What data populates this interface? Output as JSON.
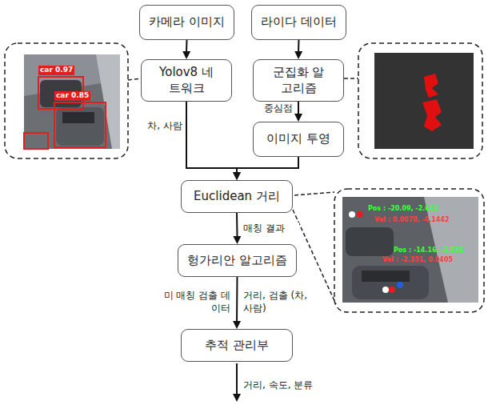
{
  "diagram": {
    "nodes": [
      {
        "text": [
          "카메라 이미지"
        ]
      },
      {
        "text": [
          "라이다 데이터"
        ]
      },
      {
        "text": [
          "Yolov8 네트워크"
        ]
      },
      {
        "text": [
          "군집화 알고리즘"
        ]
      },
      {
        "text": [
          "이미지 투영"
        ]
      },
      {
        "text": [
          "Euclidean 거리"
        ]
      },
      {
        "text": [
          "헝가리안 알고리즘"
        ]
      },
      {
        "text": [
          "추적 관리부"
        ]
      }
    ],
    "edges": [
      {
        "from": 0,
        "to": 2,
        "arrow": "to"
      },
      {
        "from": 1,
        "to": 3,
        "arrow": "to"
      },
      {
        "from": 3,
        "to": 4,
        "label": "중심점",
        "arrow": "to"
      },
      {
        "from": 2,
        "to": 5,
        "label": "차, 사람",
        "arrow": "to"
      },
      {
        "from": 4,
        "to": 5,
        "arrow": "to"
      },
      {
        "from": 5,
        "to": 6,
        "label": "매칭 결과",
        "arrow": "to"
      },
      {
        "from": 6,
        "to": 7,
        "label": "거리, 검출 (차, 사람)",
        "arrow": "to"
      }
    ],
    "labels": [
      "미 매칭 검출 데이터",
      "거리, 속도, 분류",
      "car 0.97",
      "car 0.85",
      "Pos : -20.09, -2.642",
      "Vel : 0.0078, -0.1442",
      "Pos : -14.16, -2.826",
      "Vel : -2.351, 0.0405"
    ]
  }
}
